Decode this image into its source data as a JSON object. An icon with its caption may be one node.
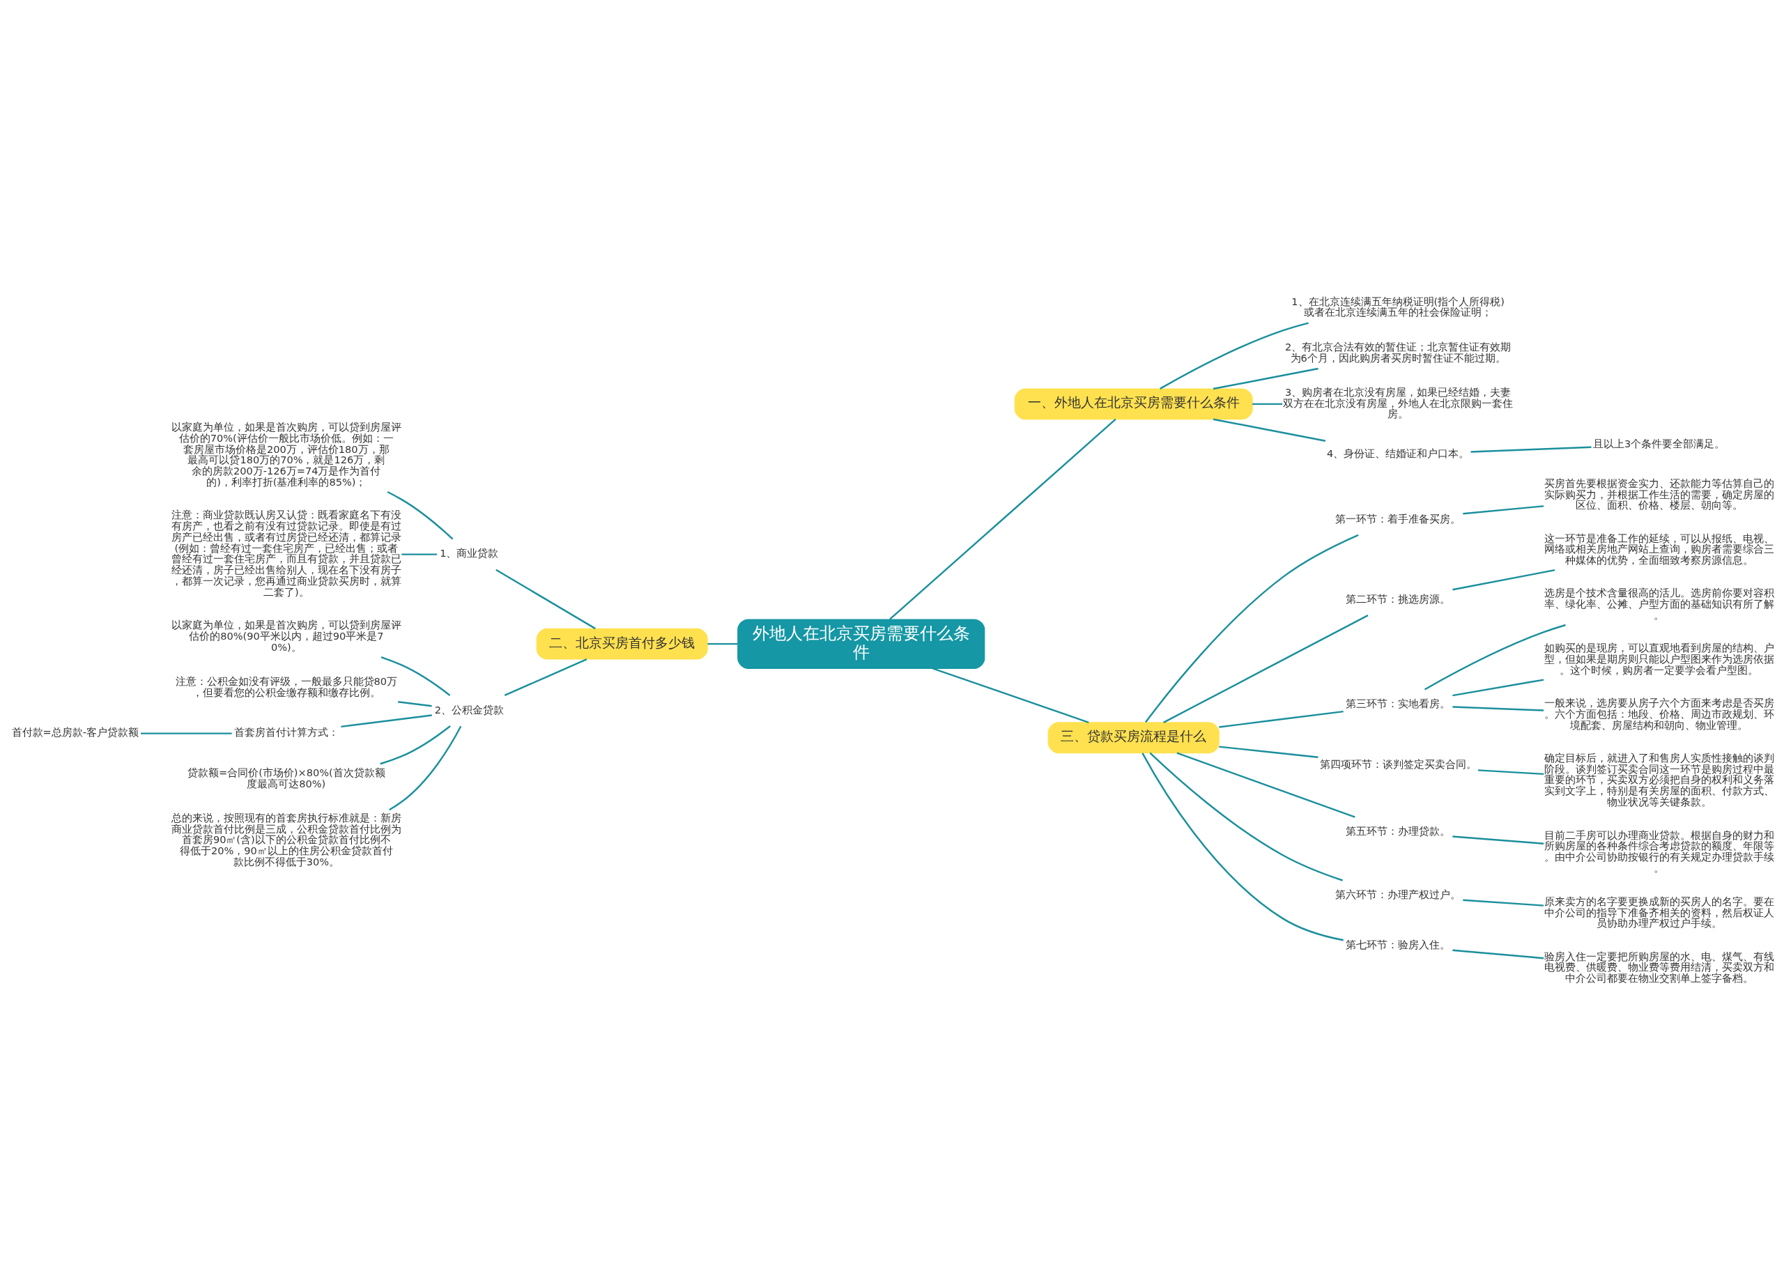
{
  "diagram": {
    "nodes": [
      {
        "text": [
          "外地人在北京买房需要什么条件"
        ]
      },
      {
        "text": [
          "一、外地人在北京买房需要什么条件"
        ]
      },
      {
        "text": [
          "1、在北京连续满五年纳税证明(指个人所得税)或者在北京连续满五年的社会保险证明；"
        ]
      },
      {
        "text": [
          "2、有北京合法有效的暂住证；北京暂住证有效期为6个月，因此购房者买房时暂住证不能过期。"
        ]
      },
      {
        "text": [
          "3、购房者在北京没有房屋，如果已经结婚，夫妻双方在在北京没有房屋，外地人在北京限购一套住房。"
        ]
      },
      {
        "text": [
          "4、身份证、结婚证和户口本。"
        ]
      },
      {
        "text": [
          "且以上3个条件要全部满足。"
        ]
      },
      {
        "text": [
          "二、北京买房首付多少钱"
        ]
      },
      {
        "text": [
          "1、商业贷款"
        ]
      },
      {
        "text": [
          "以家庭为单位，如果是首次购房，可以贷到房屋评估价的70%(评估价一般比市场价低。例如：一套房屋市场价格是200万，评估价180万，那最高可以贷180万的70%，就是126万，剩余的房款200万-126万=74万是作为首付的)，利率打折(基准利率的85%)；"
        ]
      },
      {
        "text": [
          "注意：商业贷款既认房又认贷：既看家庭名下有没有房产，也看之前有没有过贷款记录。即使是有过房产已经出售，或者有过房贷已经还清，都算记录(例如：曾经有过一套住宅房产，已经出售；或者曾经有过一套住宅房产，而且有贷款，并且贷款已经还清，房子已经出售给别人，现在名下没有房子，都算一次记录，您再通过商业贷款买房时，就算二套了)。"
        ]
      },
      {
        "text": [
          "2、公积金贷款"
        ]
      },
      {
        "text": [
          "以家庭为单位，如果是首次购房，可以贷到房屋评估价的80%(90平米以内，超过90平米是70%)。"
        ]
      },
      {
        "text": [
          "注意：公积金如没有评级，一般最多只能贷80万，但要看您的公积金缴存额和缴存比例。"
        ]
      },
      {
        "text": [
          "首套房首付计算方式："
        ]
      },
      {
        "text": [
          "首付款=总房款-客户贷款额"
        ]
      },
      {
        "text": [
          "贷款额=合同价(市场价)×80%(首次贷款额度最高可达80%)"
        ]
      },
      {
        "text": [
          "总的来说，按照现有的首套房执行标准就是：新房商业贷款首付比例是三成，公积金贷款首付比例为首套房90㎡(含)以下的公积金贷款首付比例不得低于20%，90㎡以上的住房公积金贷款首付款比例不得低于30%。"
        ]
      },
      {
        "text": [
          "三、贷款买房流程是什么"
        ]
      },
      {
        "text": [
          "第一环节：着手准备买房。"
        ]
      },
      {
        "text": [
          "买房首先要根据资金实力、还款能力等估算自己的实际购买力，并根据工作生活的需要，确定房屋的区位、面积、价格、楼层、朝向等。"
        ]
      },
      {
        "text": [
          "第二环节：挑选房源。"
        ]
      },
      {
        "text": [
          "这一环节是准备工作的延续，可以从报纸、电视、网络或相关房地产网站上查询，购房者需要综合三种媒体的优势，全面细致考察房源信息。"
        ]
      },
      {
        "text": [
          "第三环节：实地看房。"
        ]
      },
      {
        "text": [
          "选房是个技术含量很高的活儿。选房前你要对容积率、绿化率、公摊、户型方面的基础知识有所了解。"
        ]
      },
      {
        "text": [
          "如购买的是现房，可以直观地看到房屋的结构、户型，但如果是期房则只能以户型图来作为选房依据。这个时候，购房者一定要学会看户型图。"
        ]
      },
      {
        "text": [
          "一般来说，选房要从房子六个方面来考虑是否买房。六个方面包括：地段、价格、周边市政规划、环境配套、房屋结构和朝向、物业管理。"
        ]
      },
      {
        "text": [
          "第四项环节：谈判签定买卖合同。"
        ]
      },
      {
        "text": [
          "确定目标后，就进入了和售房人实质性接触的谈判阶段。谈判签订买卖合同这一环节是购房过程中最重要的环节，买卖双方必须把自身的权利和义务落实到文字上，特别是有关房屋的面积、付款方式、物业状况等关键条款。"
        ]
      },
      {
        "text": [
          "第五环节：办理贷款。"
        ]
      },
      {
        "text": [
          "目前二手房可以办理商业贷款。根据自身的财力和所购房屋的各种条件综合考虑贷款的额度、年限等。由中介公司协助按银行的有关规定办理贷款手续。"
        ]
      },
      {
        "text": [
          "第六环节：办理产权过户。"
        ]
      },
      {
        "text": [
          "原来卖方的名字要更换成新的买房人的名字。要在中介公司的指导下准备齐相关的资料，然后权证人员协助办理产权过户手续。"
        ]
      },
      {
        "text": [
          "第七环节：验房入住。"
        ]
      },
      {
        "text": [
          "验房入住一定要把所购房屋的水、电、煤气、有线电视费、供暖费、物业费等费用结清，买卖双方和中介公司都要在物业交割单上签字备档。"
        ]
      }
    ],
    "edges": [
      {
        "from": 0,
        "to": 1,
        "arrow": "none"
      },
      {
        "from": 1,
        "to": 2,
        "arrow": "none"
      },
      {
        "from": 1,
        "to": 3,
        "arrow": "none"
      },
      {
        "from": 1,
        "to": 4,
        "arrow": "none"
      },
      {
        "from": 1,
        "to": 5,
        "arrow": "none"
      },
      {
        "from": 5,
        "to": 6,
        "arrow": "none"
      },
      {
        "from": 0,
        "to": 7,
        "arrow": "none"
      },
      {
        "from": 7,
        "to": 8,
        "arrow": "none"
      },
      {
        "from": 8,
        "to": 9,
        "arrow": "none"
      },
      {
        "from": 8,
        "to": 10,
        "arrow": "none"
      },
      {
        "from": 7,
        "to": 11,
        "arrow": "none"
      },
      {
        "from": 11,
        "to": 12,
        "arrow": "none"
      },
      {
        "from": 11,
        "to": 13,
        "arrow": "none"
      },
      {
        "from": 11,
        "to": 14,
        "arrow": "none"
      },
      {
        "from": 14,
        "to": 15,
        "arrow": "none"
      },
      {
        "from": 11,
        "to": 16,
        "arrow": "none"
      },
      {
        "from": 11,
        "to": 17,
        "arrow": "none"
      },
      {
        "from": 0,
        "to": 18,
        "arrow": "none"
      },
      {
        "from": 18,
        "to": 19,
        "arrow": "none"
      },
      {
        "from": 19,
        "to": 20,
        "arrow": "none"
      },
      {
        "from": 18,
        "to": 21,
        "arrow": "none"
      },
      {
        "from": 21,
        "to": 22,
        "arrow": "none"
      },
      {
        "from": 18,
        "to": 23,
        "arrow": "none"
      },
      {
        "from": 23,
        "to": 24,
        "arrow": "none"
      },
      {
        "from": 23,
        "to": 25,
        "arrow": "none"
      },
      {
        "from": 23,
        "to": 26,
        "arrow": "none"
      },
      {
        "from": 18,
        "to": 27,
        "arrow": "none"
      },
      {
        "from": 27,
        "to": 28,
        "arrow": "none"
      },
      {
        "from": 18,
        "to": 29,
        "arrow": "none"
      },
      {
        "from": 29,
        "to": 30,
        "arrow": "none"
      },
      {
        "from": 18,
        "to": 31,
        "arrow": "none"
      },
      {
        "from": 31,
        "to": 32,
        "arrow": "none"
      },
      {
        "from": 18,
        "to": 33,
        "arrow": "none"
      },
      {
        "from": 33,
        "to": 34,
        "arrow": "none"
      }
    ]
  }
}
